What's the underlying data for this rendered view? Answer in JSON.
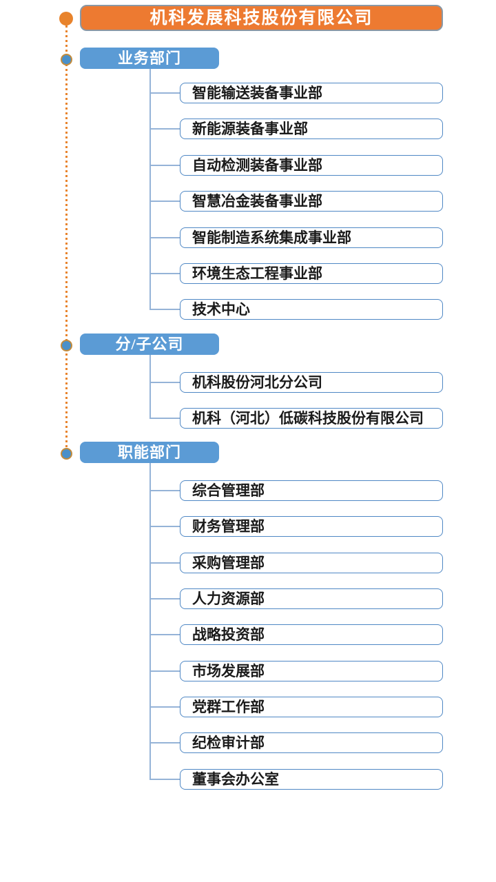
{
  "org_chart": {
    "root": {
      "label": "机科发展科技股份有限公司"
    },
    "sections": [
      {
        "label": "业务部门",
        "items": [
          "智能输送装备事业部",
          "新能源装备事业部",
          "自动检测装备事业部",
          "智慧冶金装备事业部",
          "智能制造系统集成事业部",
          "环境生态工程事业部",
          "技术中心"
        ]
      },
      {
        "label": "分/子公司",
        "items": [
          "机科股份河北分公司",
          "机科（河北）低碳科技股份有限公司"
        ]
      },
      {
        "label": "职能部门",
        "items": [
          "综合管理部",
          "财务管理部",
          "采购管理部",
          "人力资源部",
          "战略投资部",
          "市场发展部",
          "党群工作部",
          "纪检审计部",
          "董事会办公室"
        ]
      }
    ]
  },
  "colors": {
    "root_fill": "#ed7a31",
    "root_border": "#8a98a5",
    "section_fill": "#5b9bd5",
    "item_border": "#4e87c4",
    "connector": "#95b3d7",
    "trunk_dotted": "#e8832c",
    "dot_fill": "#4a90c9",
    "dot_ring": "#c28b3c"
  }
}
